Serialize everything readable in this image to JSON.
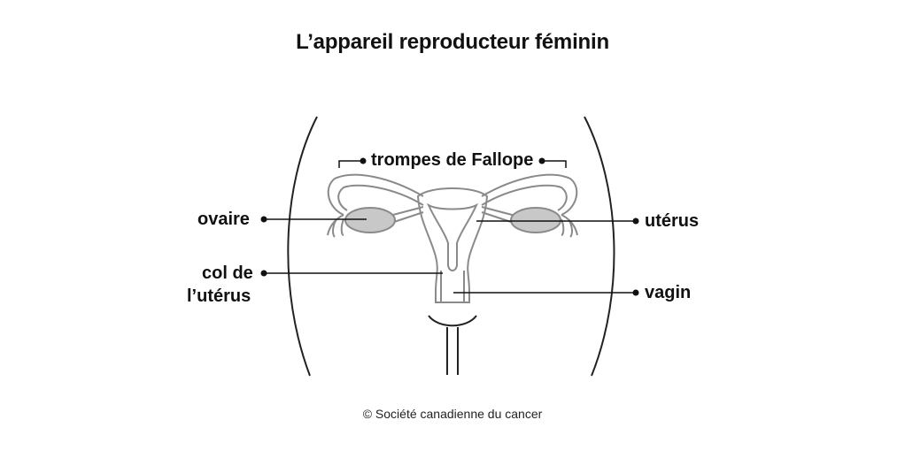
{
  "title": "L’appareil reproducteur féminin",
  "labels": {
    "fallopian_tubes": "trompes de Fallope",
    "ovary": "ovaire",
    "uterus": "utérus",
    "cervix_line1": "col de",
    "cervix_line2": "l’utérus",
    "vagina": "vagin"
  },
  "credit": "© Société canadienne du cancer",
  "colors": {
    "outline": "#8a8a8a",
    "ovary_fill": "#c8c8c8",
    "leader": "#111111",
    "body_contour": "#222222"
  }
}
